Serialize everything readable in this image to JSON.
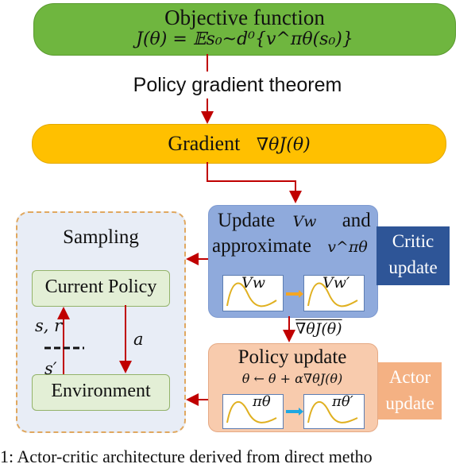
{
  "objective": {
    "title": "Objective function",
    "formula": "J(θ) = 𝔼s₀~d⁰{v^πθ(s₀)}"
  },
  "transition_label": "Policy gradient theorem",
  "gradient": {
    "label": "Gradient",
    "formula": "∇θJ(θ)"
  },
  "sampling": {
    "title": "Sampling",
    "current_policy": "Current Policy",
    "environment": "Environment",
    "action_label": "a",
    "state_reward_label": "s, r",
    "next_state_label": "s′"
  },
  "critic": {
    "line1_word": "Update",
    "line1_var": "Vw",
    "line1_and": "and",
    "line2_word": "approximate",
    "line2_var": "v^πθ",
    "badge_line1": "Critic",
    "badge_line2": "update",
    "mini_left": "Vw",
    "mini_right": "Vw′",
    "arrow_color": "#f5a623"
  },
  "gradient_estimate": "∇θJ(θ)",
  "actor": {
    "title": "Policy update",
    "formula": "θ ← θ + α∇θJ(θ)",
    "badge_line1": "Actor",
    "badge_line2": "update",
    "mini_left": "πθ",
    "mini_right": "πθ′",
    "arrow_color": "#1ea7e1"
  },
  "caption": "1: Actor-critic architecture derived from direct metho",
  "colors": {
    "objective": "#6fb63f",
    "gradient": "#ffc000",
    "critic": "#8faadc",
    "critic_badge": "#2e5597",
    "actor": "#f8cbad",
    "actor_badge": "#f4b183",
    "arrows": "#c00000",
    "curves": "#e0b020"
  }
}
